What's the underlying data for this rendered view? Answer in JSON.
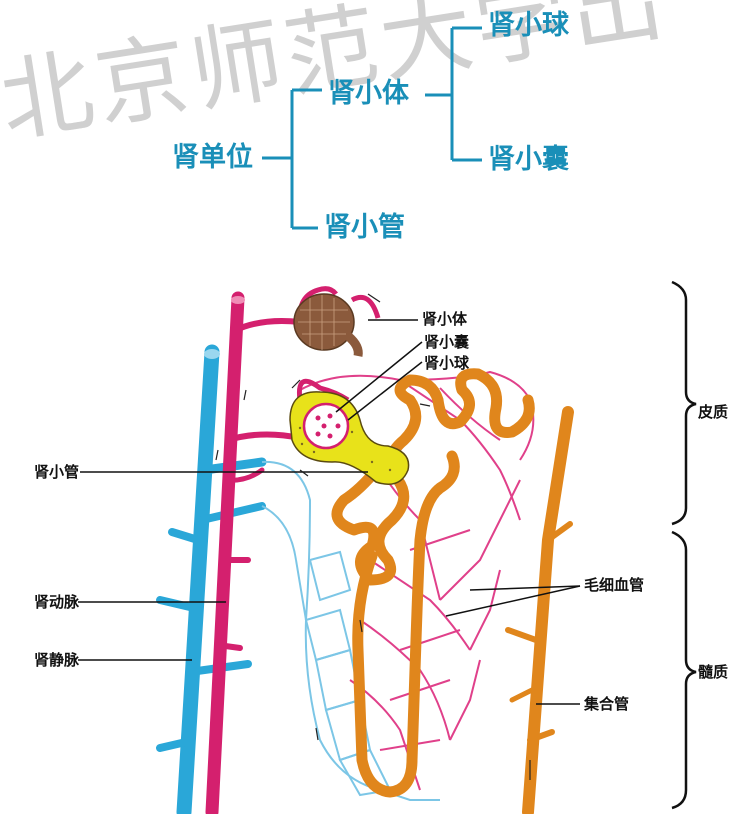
{
  "watermark": "北京师范大学出",
  "tree": {
    "root": "肾单位",
    "renal_corpuscle": "肾小体",
    "glomerulus": "肾小球",
    "capsule": "肾小囊",
    "tubule": "肾小管"
  },
  "labels": {
    "renal_corpuscle": "肾小体",
    "capsule": "肾小囊",
    "glomerulus": "肾小球",
    "tubule": "肾小管",
    "renal_artery": "肾动脉",
    "renal_vein": "肾静脉",
    "capillary": "毛细血管",
    "collecting_duct": "集合管",
    "cortex": "皮质",
    "medulla": "髓质"
  },
  "colors": {
    "tree_text": "#1a8fb8",
    "artery": "#d4206e",
    "vein": "#2aa7d8",
    "tubule": "#e0861c",
    "capsule": "#e8e21a",
    "capillary_red": "#e0408a",
    "capillary_blue": "#7cc6e6"
  }
}
